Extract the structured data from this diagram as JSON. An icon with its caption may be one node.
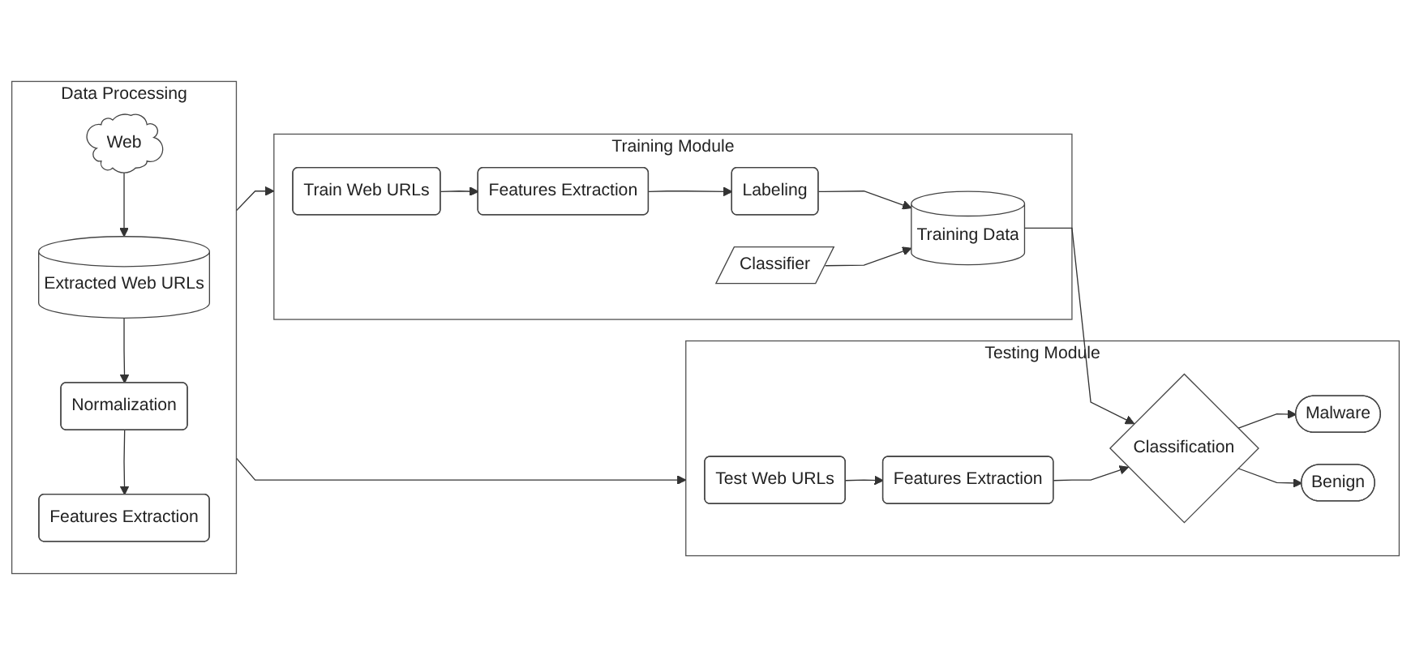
{
  "diagram": {
    "nodes": [
      {
        "text": [
          "Data Processing"
        ]
      },
      {
        "text": [
          "Web"
        ],
        "in": 0
      },
      {
        "text": [
          "Extracted Web URLs"
        ],
        "in": 0
      },
      {
        "text": [
          "Normalization"
        ],
        "in": 0
      },
      {
        "text": [
          "Features Extraction"
        ],
        "in": 0
      },
      {
        "text": [
          "Training Module"
        ]
      },
      {
        "text": [
          "Train Web URLs"
        ],
        "in": 5
      },
      {
        "text": [
          "Features Extraction"
        ],
        "in": 5
      },
      {
        "text": [
          "Labeling"
        ],
        "in": 5
      },
      {
        "text": [
          "Training Data"
        ],
        "in": 5
      },
      {
        "text": [
          "Classifier"
        ],
        "in": 5
      },
      {
        "text": [
          "Testing Module"
        ]
      },
      {
        "text": [
          "Test Web URLs"
        ],
        "in": 11
      },
      {
        "text": [
          "Features Extraction"
        ],
        "in": 11
      },
      {
        "text": [
          "Classification"
        ],
        "in": 11
      },
      {
        "text": [
          "Malware"
        ],
        "in": 11
      },
      {
        "text": [
          "Benign"
        ],
        "in": 11
      }
    ],
    "edges": [
      {
        "from": 1,
        "to": 2,
        "arrow": "to"
      },
      {
        "from": 2,
        "to": 3,
        "arrow": "to"
      },
      {
        "from": 3,
        "to": 4,
        "arrow": "to"
      },
      {
        "from": 0,
        "to": 5,
        "arrow": "to"
      },
      {
        "from": 0,
        "to": 11,
        "arrow": "to"
      },
      {
        "from": 6,
        "to": 7,
        "arrow": "to"
      },
      {
        "from": 7,
        "to": 8,
        "arrow": "to"
      },
      {
        "from": 8,
        "to": 9,
        "arrow": "to"
      },
      {
        "from": 10,
        "to": 9,
        "arrow": "to"
      },
      {
        "from": 9,
        "to": 14,
        "arrow": "to"
      },
      {
        "from": 12,
        "to": 13,
        "arrow": "to"
      },
      {
        "from": 13,
        "to": 14,
        "arrow": "to"
      },
      {
        "from": 14,
        "to": 15,
        "arrow": "to"
      },
      {
        "from": 14,
        "to": 16,
        "arrow": "to"
      }
    ]
  }
}
